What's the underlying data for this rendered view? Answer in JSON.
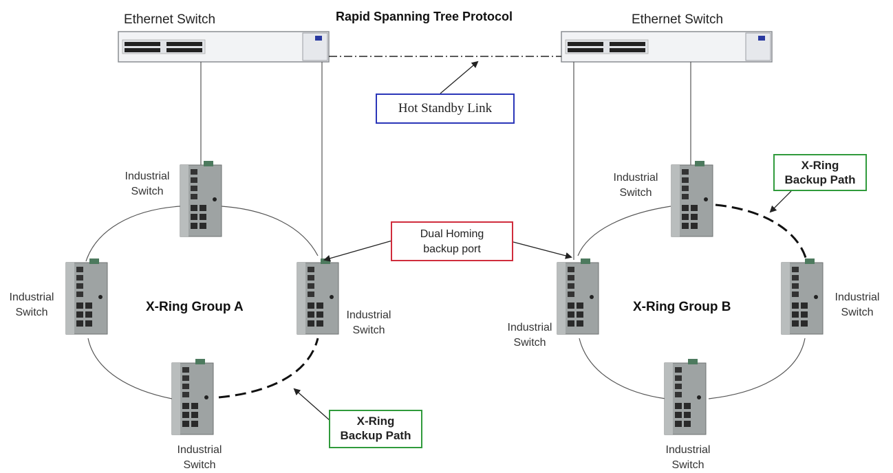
{
  "title": "Rapid Spanning Tree Protocol",
  "ethernet_switch_label": "Ethernet Switch",
  "industrial_switch_label": "Industrial\nSwitch",
  "hot_standby_label": "Hot Standby Link",
  "dual_homing_label": "Dual Homing\nbackup port",
  "xring_backup_label": "X-Ring\nBackup Path",
  "group_a_label": "X-Ring Group A",
  "group_b_label": "X-Ring Group B",
  "colors": {
    "hot_standby_border": "#2a35b8",
    "dual_homing_border": "#d02c3c",
    "backup_path_border": "#2f9a3b",
    "line": "#555555"
  },
  "icons": [
    "ethernet-switch-icon",
    "industrial-switch-icon",
    "arrow-icon"
  ]
}
